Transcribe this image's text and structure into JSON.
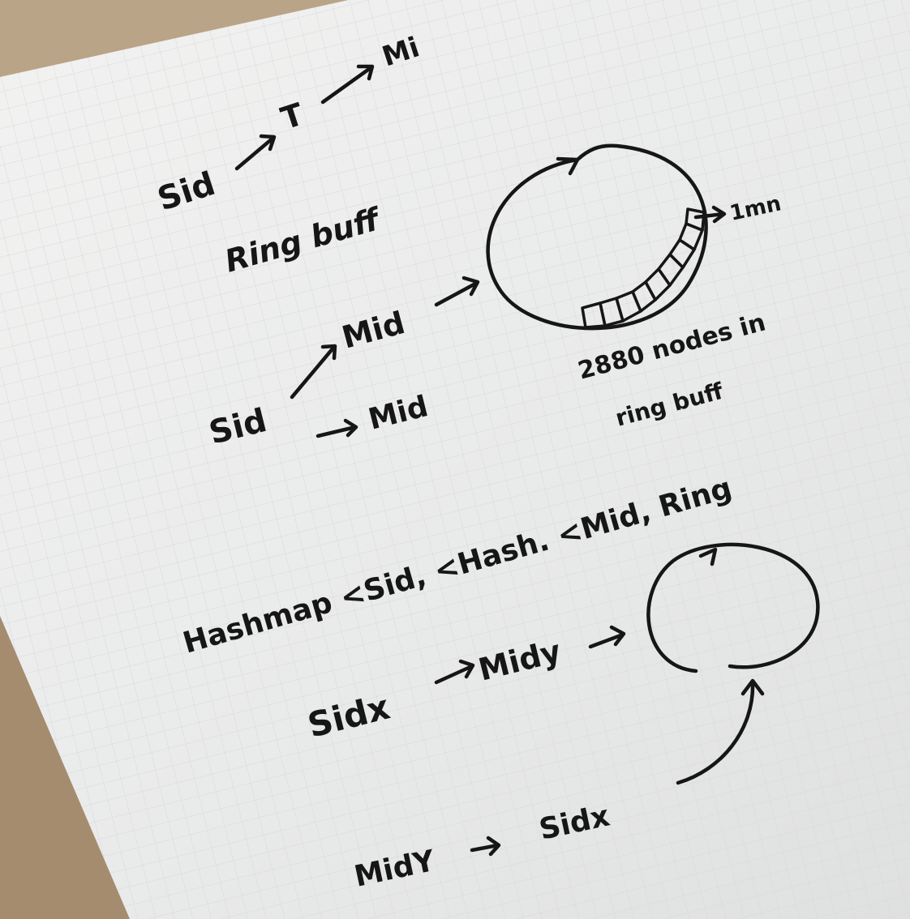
{
  "note": {
    "line1": {
      "from": "Sid",
      "mid": "T",
      "to": "Mi"
    },
    "ring_title": "Ring buff",
    "ring_size_label": "1mn",
    "ring_caption_line1": "2880 nodes in",
    "ring_caption_line2": "ring buff",
    "sid_label": "Sid",
    "mid_upper": "Mid",
    "mid_lower": "Mid",
    "hashmap": "Hashmap <Sid, <Hash. <Mid, Ring",
    "sidx": "Sidx",
    "midy": "Midy",
    "midy_bottom": "MidY",
    "sidx_bottom": "Sidx"
  },
  "colors": {
    "ink": "#161616",
    "paper": "#ecedec",
    "background": "#b9a488",
    "grid": "#d3d7de"
  }
}
